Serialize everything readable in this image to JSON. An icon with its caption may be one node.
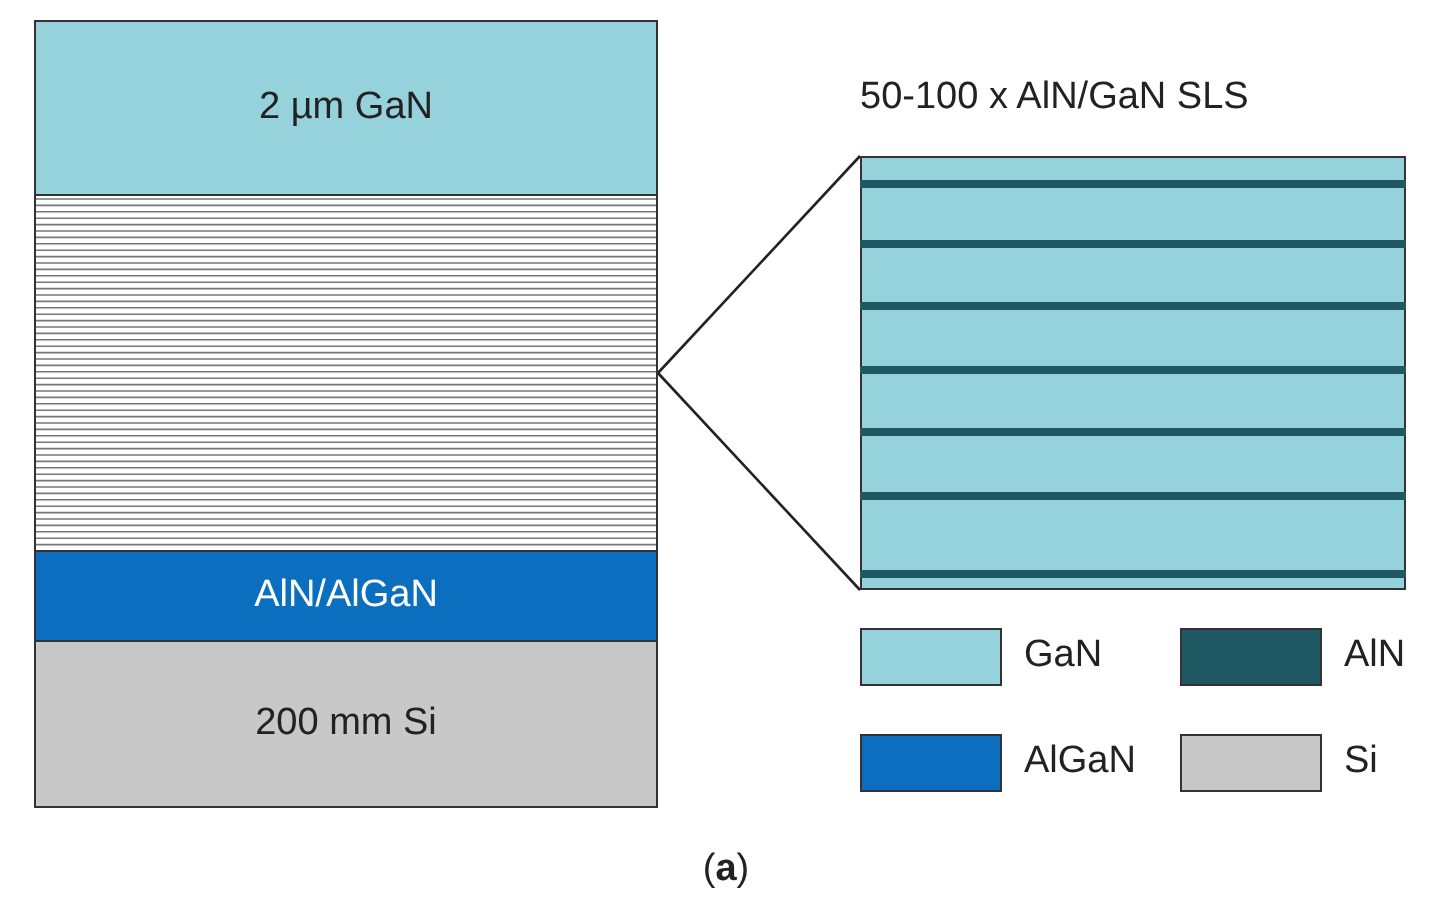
{
  "diagram": {
    "caption": "(**a**)",
    "nodes": [
      {
        "text": [
          "2 µm GaN"
        ]
      },
      {
        "text": [],
        "shape": "box"
      },
      {
        "text": [
          "AlN/AlGaN"
        ]
      },
      {
        "text": [
          "200 mm Si"
        ]
      },
      {
        "text": [
          "50-100 x AlN/GaN SLS"
        ]
      }
    ],
    "edges": [
      {
        "from": 1,
        "to": 4,
        "arrow": "none"
      },
      {
        "from": 1,
        "to": 4,
        "arrow": "none"
      }
    ],
    "legend": [
      {
        "text": "GaN",
        "color": "#96d2dc"
      },
      {
        "text": "AlN",
        "color": "#1f5863"
      },
      {
        "text": "AlGaN",
        "color": "#0b6ebf"
      },
      {
        "text": "Si",
        "color": "#c8c8c8"
      }
    ]
  }
}
